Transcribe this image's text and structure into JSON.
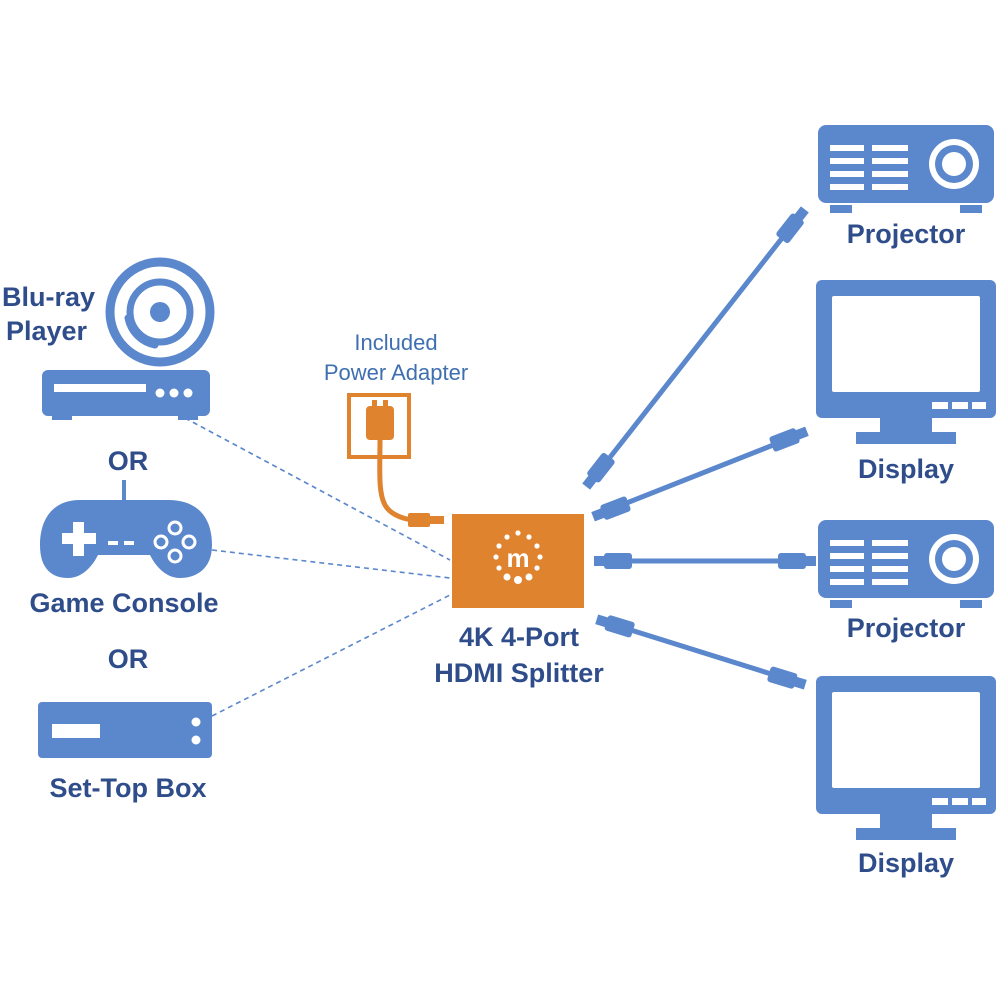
{
  "labels": {
    "bluray_line1": "Blu-ray",
    "bluray_line2": "Player",
    "or_1": "OR",
    "game_console": "Game Console",
    "or_2": "OR",
    "set_top_box": "Set-Top Box",
    "power_line1": "Included",
    "power_line2": "Power Adapter",
    "splitter_line1": "4K 4-Port",
    "splitter_line2": "HDMI Splitter",
    "projector_1": "Projector",
    "display_1": "Display",
    "projector_2": "Projector",
    "display_2": "Display"
  },
  "colors": {
    "device_blue": "#5b87cc",
    "label_navy": "#2f4d8a",
    "splitter_orange": "#e0832f"
  },
  "icons": {
    "bluray": "bluray-player-icon",
    "gamepad": "game-console-icon",
    "settop": "set-top-box-icon",
    "power": "power-adapter-icon",
    "splitter": "hdmi-splitter-icon",
    "projector": "projector-icon",
    "display": "display-monitor-icon",
    "cable": "hdmi-cable-icon"
  }
}
